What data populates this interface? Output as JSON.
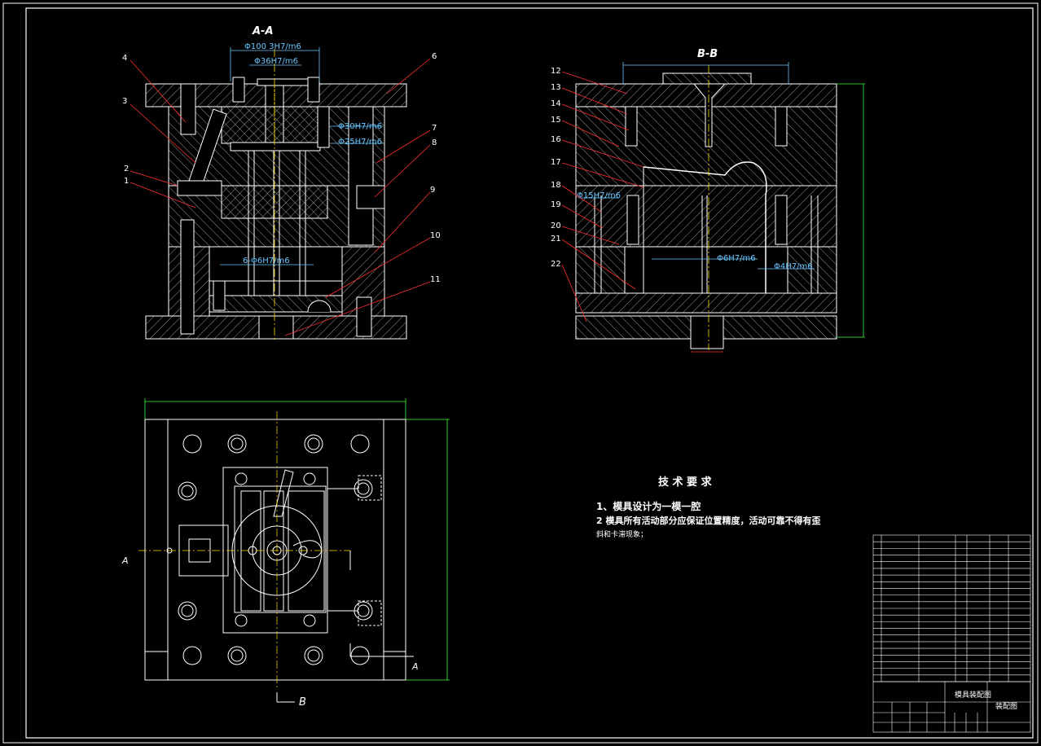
{
  "views": {
    "aa": {
      "title": "A-A",
      "dims": [
        "Φ100 3H7/m6",
        "Φ36H7/m6",
        "Φ30H7/m6",
        "Φ25H7/m6",
        "6-Φ6H7/m6"
      ],
      "callouts": [
        "4",
        "3",
        "2",
        "1",
        "6",
        "7",
        "8",
        "9",
        "10",
        "11"
      ]
    },
    "bb": {
      "title": "B-B",
      "dims": [
        "Φ15H7/m6",
        "Φ6H7/m6",
        "Φ4H7/m6"
      ],
      "callouts": [
        "12",
        "13",
        "14",
        "15",
        "16",
        "17",
        "18",
        "19",
        "20",
        "21",
        "22"
      ]
    },
    "plan": {
      "section_labels": [
        "A",
        "A",
        "B"
      ]
    }
  },
  "tech_requirements": {
    "heading": "技 术 要 求",
    "lines": [
      "1、模具设计为一模一腔",
      "2 模具所有活动部分应保证位置精度，活动可靠不得有歪",
      "斜和卡滞现象；"
    ]
  },
  "title_block": {
    "drawing_name": "模具装配图",
    "drawing_type": "装配图"
  },
  "colors": {
    "line": "#ffffff",
    "hatch": "#c8c8c8",
    "dimension": "#66c6ff",
    "leader": "#ff3030",
    "extent": "#40ff40",
    "accent": "#ffe000"
  }
}
